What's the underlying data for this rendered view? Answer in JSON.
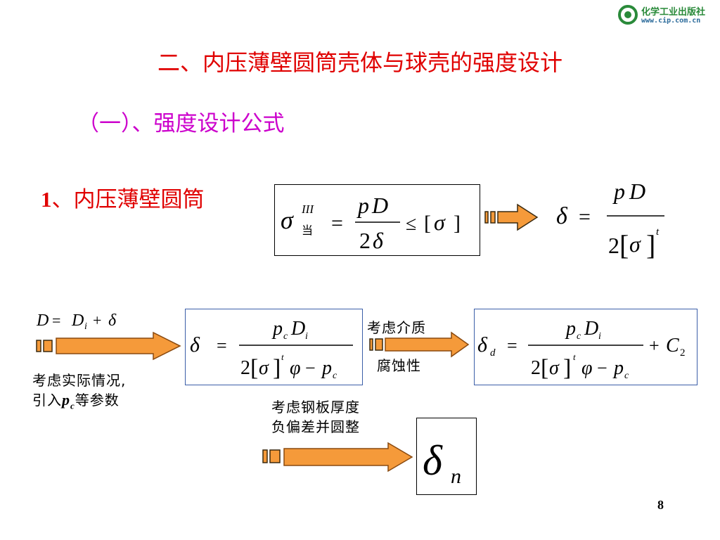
{
  "logo": {
    "name": "化学工业出版社",
    "url": "www.cip.com.cn"
  },
  "title": "二、内压薄壁圆筒壳体与球壳的强度设计",
  "subtitle": "（一）、强度设计公式",
  "section": {
    "number": "1",
    "label": "、内压薄壁圆筒"
  },
  "notes": {
    "left_line1": "考虑实际情况,",
    "left_line2_prefix": "引入",
    "left_line2_suffix": "等参数",
    "middle_line1": "考虑介质",
    "middle_line2": "腐蚀性",
    "bottom_line1": "考虑钢板厚度",
    "bottom_line2": "负偏差并圆整"
  },
  "formula_symbols": {
    "sigma": "σ",
    "delta": "δ",
    "phi": "φ",
    "superscript_iii": "III",
    "dang": "当",
    "p": "p",
    "D": "D",
    "two": "2",
    "t": "t",
    "c": "c",
    "i": "i",
    "d": "d",
    "n": "n",
    "C": "C",
    "C_sub": "2",
    "equals": "=",
    "leq": "≤",
    "minus": "−",
    "plus": "+"
  },
  "page_number": "8",
  "colors": {
    "title": "#e00000",
    "subtitle": "#cc00cc",
    "arrow_fill": "#f59a3a",
    "arrow_stroke": "#8a4a10",
    "box_blue": "#3b5ea8"
  }
}
